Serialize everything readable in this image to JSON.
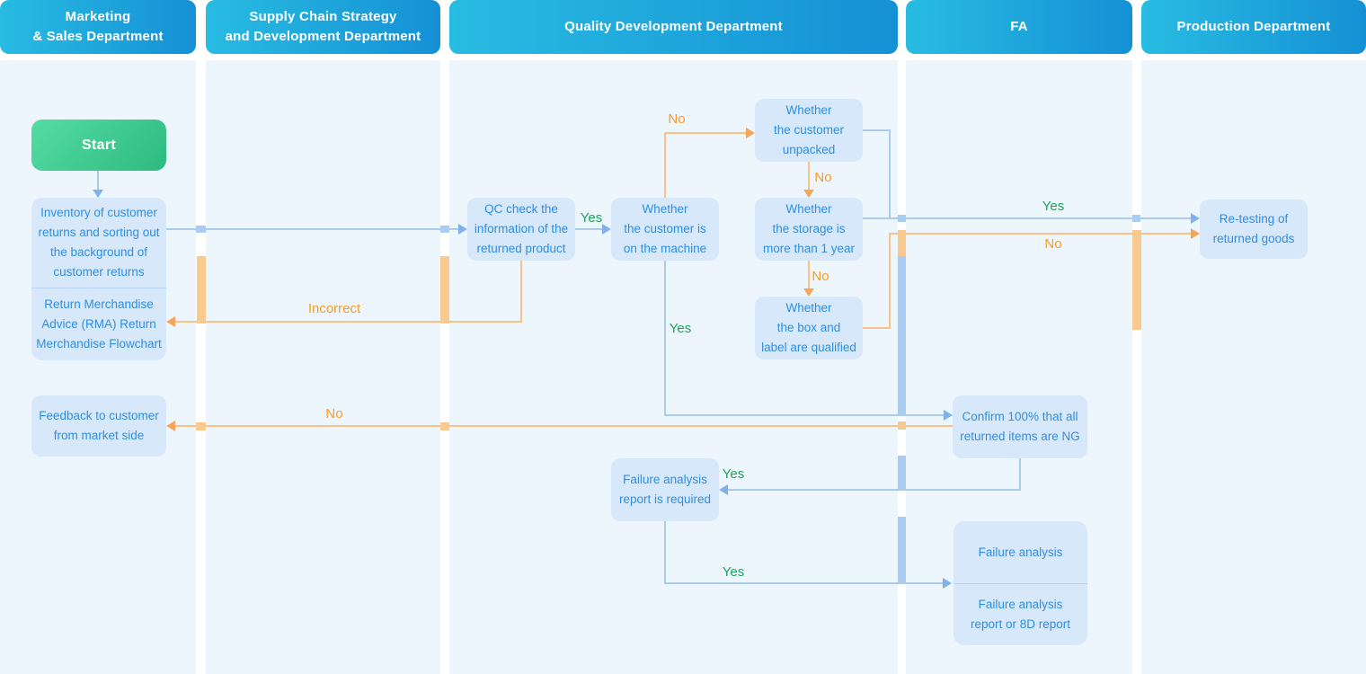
{
  "diagram": {
    "title_context": "Return Merchandise Advice (RMA) flowchart",
    "lanes": [
      {
        "id": "marketing",
        "label_lines": [
          "Marketing",
          "& Sales Department"
        ]
      },
      {
        "id": "supply",
        "label_lines": [
          "Supply Chain Strategy",
          "and Development Department"
        ]
      },
      {
        "id": "quality",
        "label_lines": [
          "Quality Development Department"
        ]
      },
      {
        "id": "fa",
        "label_lines": [
          "FA"
        ]
      },
      {
        "id": "production",
        "label_lines": [
          "Production Department"
        ]
      }
    ],
    "nodes": {
      "start": {
        "lines": [
          "Start"
        ]
      },
      "inventory": {
        "lines": [
          "Inventory of customer",
          "returns and sorting out",
          "the background of",
          "customer returns"
        ]
      },
      "rma": {
        "lines": [
          "Return Merchandise",
          "Advice (RMA) Return",
          "Merchandise Flowchart"
        ]
      },
      "feedback": {
        "lines": [
          "Feedback to customer",
          "from market side"
        ]
      },
      "qc_check": {
        "lines": [
          "QC check the",
          "information of the",
          "returned product"
        ]
      },
      "on_machine": {
        "lines": [
          "Whether",
          "the customer is",
          "on the machine"
        ]
      },
      "unpacked": {
        "lines": [
          "Whether",
          "the customer",
          "unpacked"
        ]
      },
      "storage": {
        "lines": [
          "Whether",
          "the storage is",
          "more than 1 year"
        ]
      },
      "box_label": {
        "lines": [
          "Whether",
          "the box and",
          "label are qualified"
        ]
      },
      "confirm_ng": {
        "lines": [
          "Confirm 100% that all",
          "returned items are NG"
        ]
      },
      "fa_required": {
        "lines": [
          "Failure analysis",
          "report is required"
        ]
      },
      "fa_analysis": {
        "lines": [
          "Failure analysis"
        ]
      },
      "fa_report": {
        "lines": [
          "Failure analysis",
          "report or 8D report"
        ]
      },
      "retest": {
        "lines": [
          "Re-testing of",
          "returned goods"
        ]
      }
    },
    "edge_labels": {
      "yes_qc_machine": "Yes",
      "no_machine_unpacked": "No",
      "no_unpacked_storage": "No",
      "no_storage_boxlabel": "No",
      "yes_machine_confirm": "Yes",
      "incorrect_qc_rma": "Incorrect",
      "no_confirm_feedback": "No",
      "yes_to_retest": "Yes",
      "no_to_retest": "No",
      "yes_confirm_fareq": "Yes",
      "yes_fareq_fa": "Yes"
    },
    "colors": {
      "lane_bg": "#eef6fd",
      "header_gradient_start": "#28bce2",
      "header_gradient_end": "#1590d5",
      "start_gradient_start": "#55dca4",
      "start_gradient_end": "#2dba80",
      "node_fill": "#d7e8fb",
      "node_text": "#2f8ee2",
      "connector_blue": "#abcbec",
      "connector_orange": "#f8c288",
      "label_yes_green": "#1ca45a",
      "label_no_orange": "#f59d28"
    }
  }
}
